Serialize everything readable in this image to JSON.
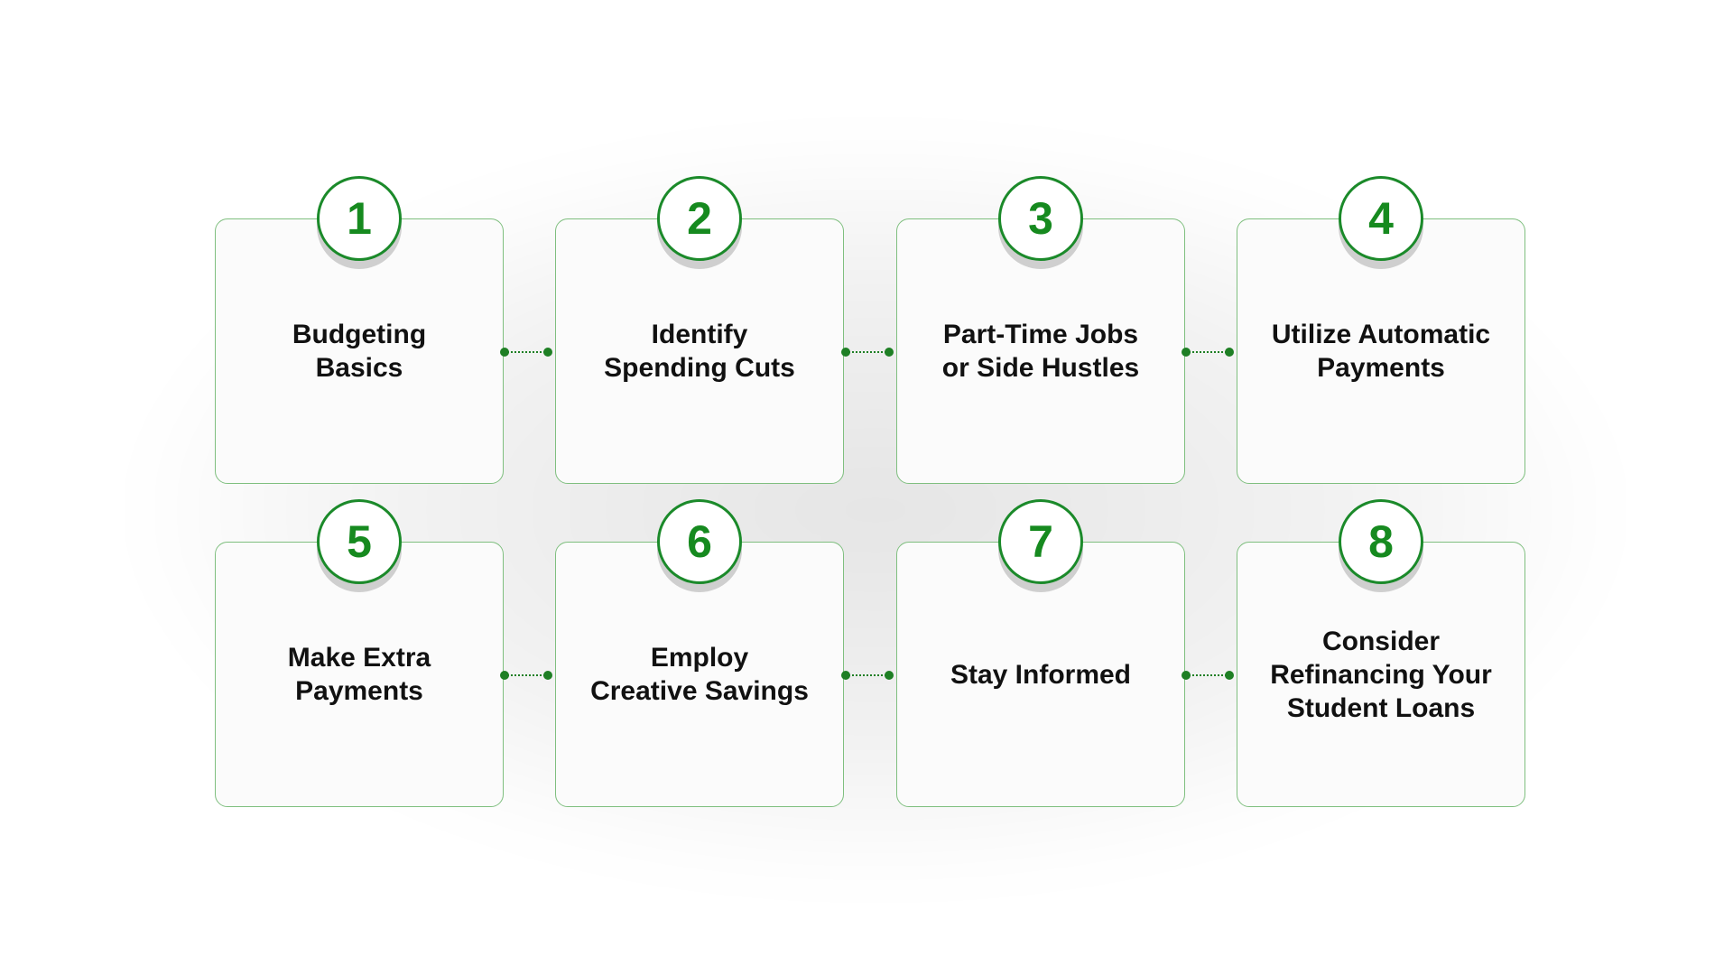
{
  "steps": [
    {
      "number": "1",
      "label": "Budgeting\nBasics"
    },
    {
      "number": "2",
      "label": "Identify\nSpending Cuts"
    },
    {
      "number": "3",
      "label": "Part-Time Jobs\nor Side Hustles"
    },
    {
      "number": "4",
      "label": "Utilize Automatic\nPayments"
    },
    {
      "number": "5",
      "label": "Make Extra\nPayments"
    },
    {
      "number": "6",
      "label": "Employ\nCreative Savings"
    },
    {
      "number": "7",
      "label": "Stay Informed"
    },
    {
      "number": "8",
      "label": "Consider\nRefinancing Your\nStudent Loans"
    }
  ],
  "colors": {
    "accent": "#168a1f",
    "card_border": "#7fbf7f",
    "text": "#111111"
  }
}
